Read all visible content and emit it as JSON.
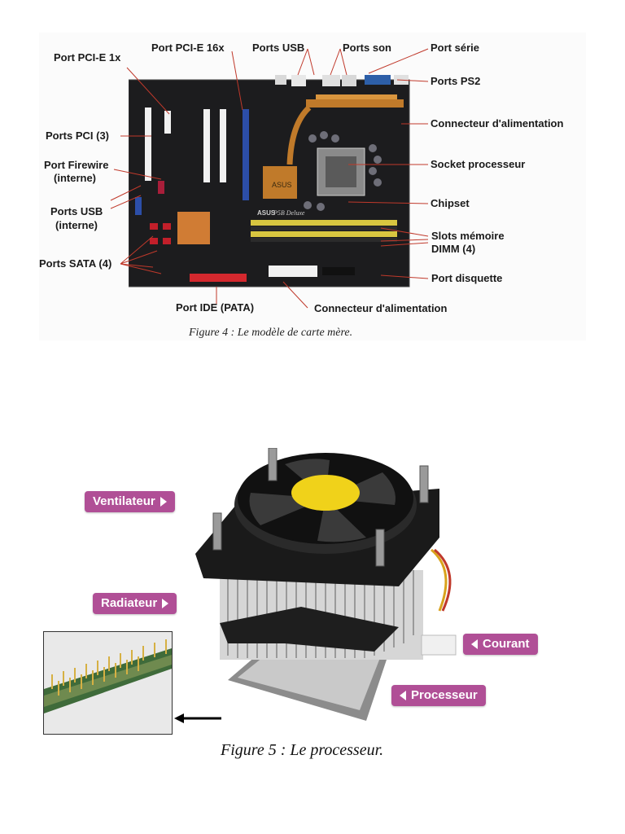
{
  "figure4": {
    "labels": {
      "pcie1x": "Port PCI-E 1x",
      "pcie16x": "Port PCI-E 16x",
      "usb": "Ports USB",
      "son": "Ports son",
      "serie": "Port série",
      "ps2": "Ports PS2",
      "pci": "Ports PCI (3)",
      "alim_top": "Connecteur d'alimentation",
      "firewire_1": "Port Firewire",
      "firewire_2": "(interne)",
      "socket": "Socket processeur",
      "usb_int_1": "Ports USB",
      "usb_int_2": "(interne)",
      "chipset": "Chipset",
      "slots_1": "Slots mémoire",
      "slots_2": "DIMM (4)",
      "sata": "Ports SATA (4)",
      "disquette": "Port disquette",
      "ide": "Port IDE (PATA)",
      "alim_bottom": "Connecteur d'alimentation"
    },
    "board_brand": "ASUS",
    "board_model": "P5B Deluxe",
    "caption": "Figure 4 : Le modèle de carte mère."
  },
  "figure5": {
    "labels": {
      "ventilateur": "Ventilateur",
      "radiateur": "Radiateur",
      "courant": "Courant",
      "processeur": "Processeur"
    },
    "caption": "Figure 5 : Le processeur.",
    "accent_color": "#b04f96"
  }
}
